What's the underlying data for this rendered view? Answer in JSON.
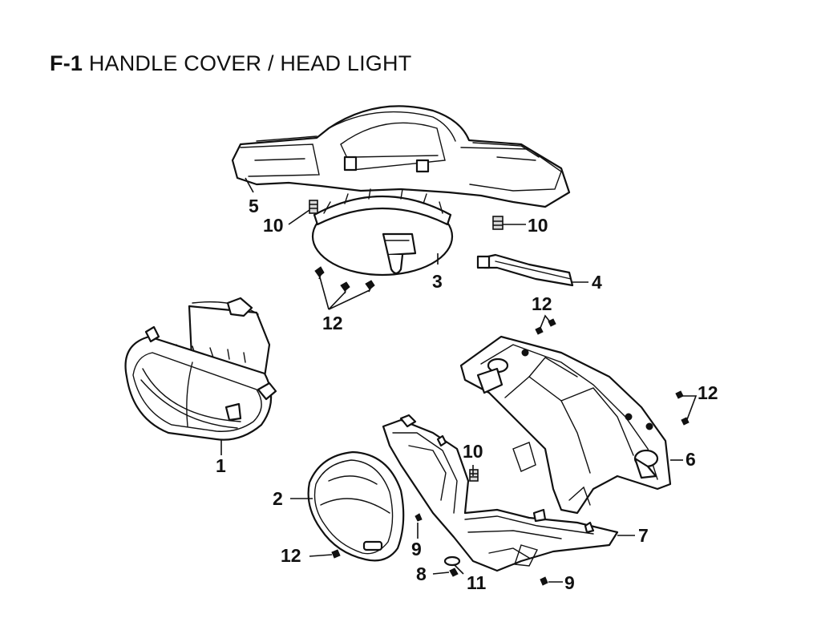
{
  "header": {
    "code": "F-1",
    "title": "HANDLE COVER / HEAD LIGHT"
  },
  "callouts": {
    "c1": "1",
    "c2": "2",
    "c3": "3",
    "c4": "4",
    "c5": "5",
    "c6": "6",
    "c7": "7",
    "c8": "8",
    "c9a": "9",
    "c9b": "9",
    "c10a": "10",
    "c10b": "10",
    "c10c": "10",
    "c11": "11",
    "c12a": "12",
    "c12b": "12",
    "c12c": "12",
    "c12d": "12"
  }
}
